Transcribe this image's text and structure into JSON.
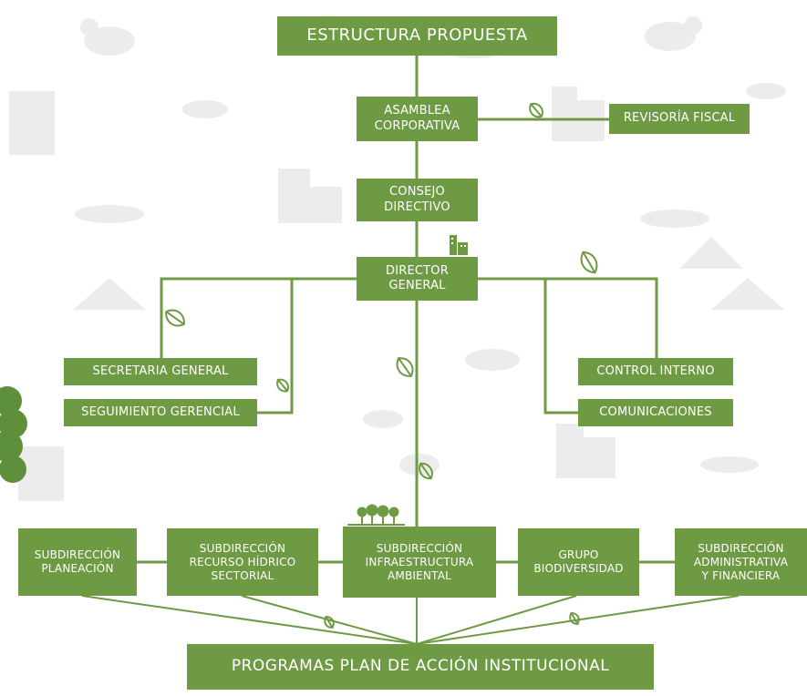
{
  "colors": {
    "box": "#6f9a44",
    "line": "#6f9a44",
    "background_art": "#ececec",
    "leaf": "#6f9a44"
  },
  "title": "ESTRUCTURA PROPUESTA",
  "nodes": {
    "asamblea": "ASAMBLEA\nCORPORATIVA",
    "revisoria": "REVISORÍA FISCAL",
    "consejo": "CONSEJO\nDIRECTIVO",
    "director": "DIRECTOR\nGENERAL",
    "secretaria": "SECRETARIA GENERAL",
    "seguimiento": "SEGUIMIENTO GERENCIAL",
    "control": "CONTROL INTERNO",
    "comunicaciones": "COMUNICACIONES",
    "sub_planeacion": "SUBDIRECCIÓN\nPLANEACIÓN",
    "sub_recurso": "SUBDIRECCIÓN\nRECURSO HÍDRICO\nSECTORIAL",
    "sub_infra": "SUBDIRECCIÓN\nINFRAESTRUCTURA\nAMBIENTAL",
    "grupo_bio": "GRUPO\nBIODIVERSIDAD",
    "sub_admin": "SUBDIRECCIÓN\nADMINISTRATIVA\nY FINANCIERA",
    "programas": "PROGRAMAS PLAN DE ACCIÓN INSTITUCIONAL"
  },
  "icons": [
    "leaf-icon",
    "building-icon",
    "trees-icon",
    "monkey-silhouette-icon",
    "mountain-silhouette-icon",
    "flower-silhouette-icon"
  ]
}
